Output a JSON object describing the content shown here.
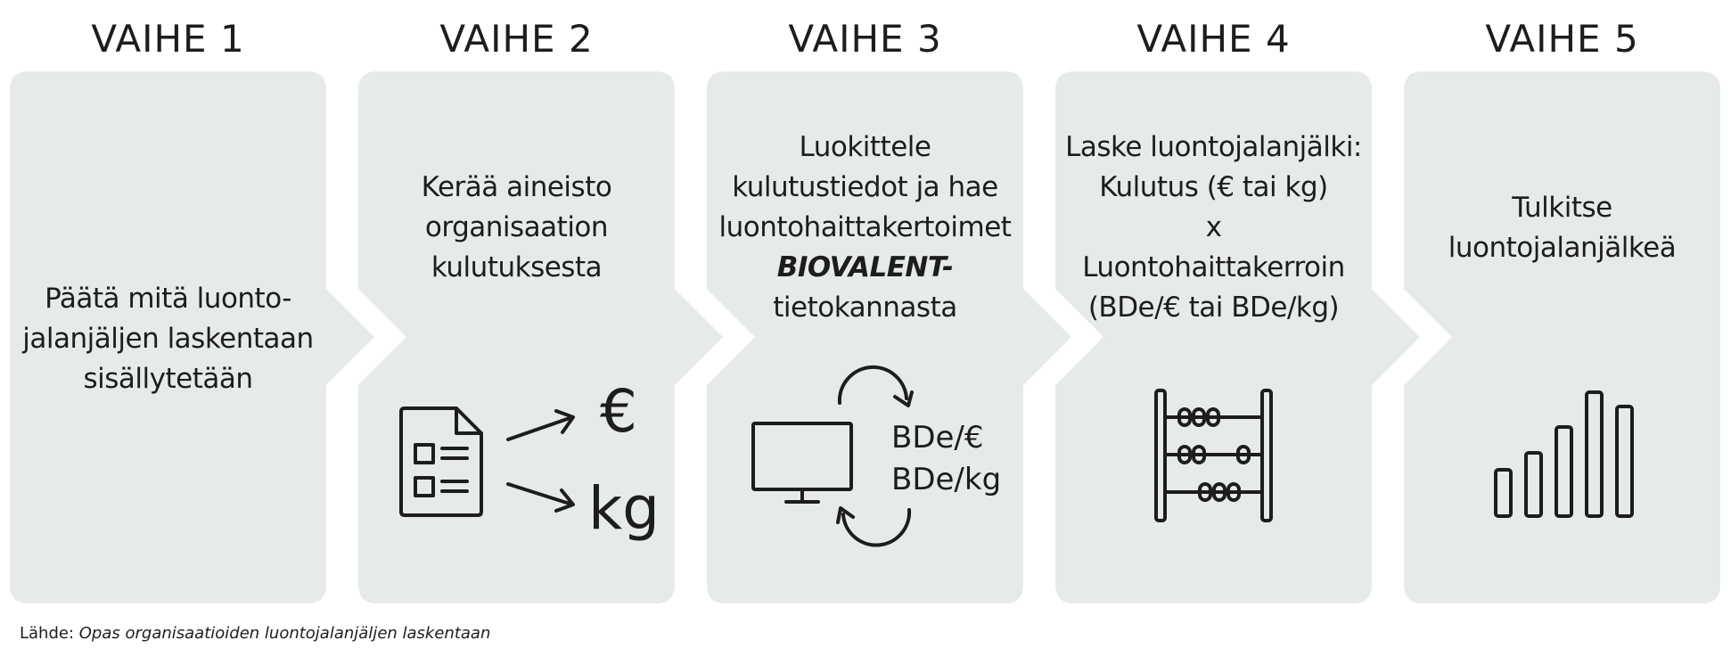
{
  "colors": {
    "panel": "#e6ebea",
    "ink": "#1d1d1b",
    "background": "#ffffff"
  },
  "steps": [
    {
      "title": "VAIHE 1",
      "text": [
        "Päätä mitä luonto-",
        "jalanjäljen laskentaan",
        "sisällytetään"
      ],
      "icon": null
    },
    {
      "title": "VAIHE 2",
      "text": [
        "Kerää aineisto",
        "organisaation",
        "kulutuksesta"
      ],
      "icon": "document-arrows-icon",
      "labels": [
        "€",
        "kg"
      ]
    },
    {
      "title": "VAIHE 3",
      "text": [
        "Luokittele",
        "kulutustiedot ja hae",
        "luontohaittakertoimet",
        "BIOVALENT-",
        "tietokannasta"
      ],
      "icon": "computer-refresh-icon",
      "labels": [
        "BDe/€",
        "BDe/kg"
      ]
    },
    {
      "title": "VAIHE 4",
      "text": [
        "Laske luontojalanjälki:",
        "Kulutus (€ tai kg)",
        "x",
        "Luontohaittakerroin",
        "(BDe/€ tai BDe/kg)"
      ],
      "icon": "abacus-icon"
    },
    {
      "title": "VAIHE 5",
      "text": [
        "Tulkitse",
        "luontojalanjälkeä"
      ],
      "icon": "bar-chart-icon"
    }
  ],
  "source": {
    "prefix": "Lähde: ",
    "title": "Opas organisaatioiden luontojalanjäljen laskentaan"
  }
}
